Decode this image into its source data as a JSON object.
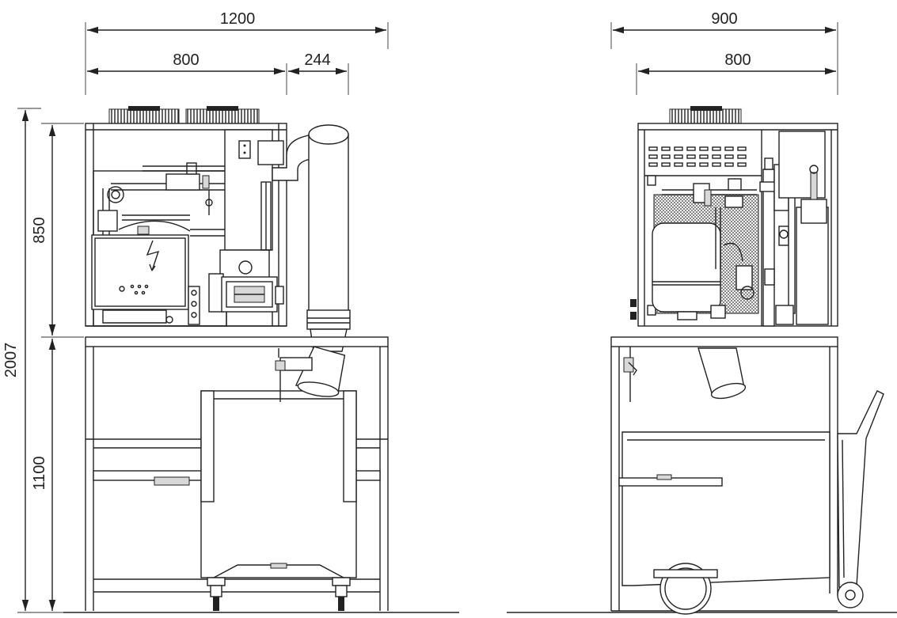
{
  "dimensions": {
    "front_total_width": "1200",
    "front_body_width": "800",
    "front_duct_offset": "244",
    "side_total_width": "900",
    "side_body_width": "800",
    "upper_height": "850",
    "lower_height": "1100",
    "total_height": "2007"
  },
  "colors": {
    "line": "#222222",
    "background": "#ffffff",
    "mesh": "#555555"
  }
}
